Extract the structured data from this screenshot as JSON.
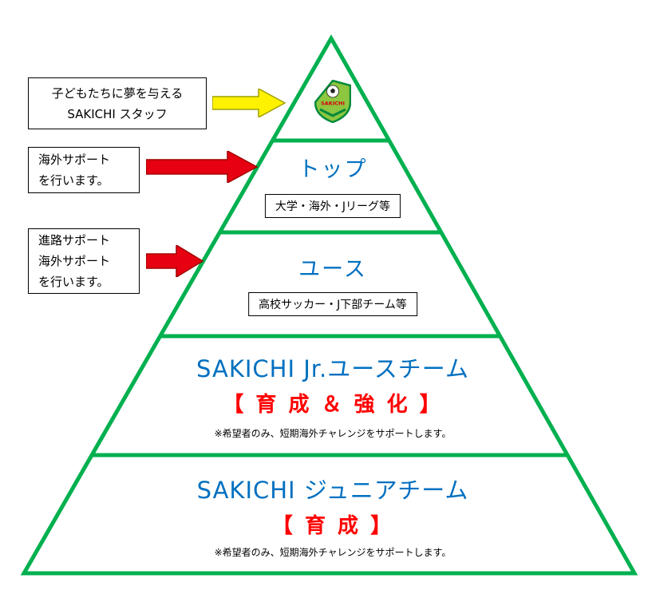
{
  "colors": {
    "pyramid_green": "#00B04F",
    "heading_blue": "#0070C0",
    "accent_red": "#FF0000",
    "arrow_yellow": "#FFF200",
    "arrow_red": "#E60012",
    "box_border_black": "#000000"
  },
  "callouts": [
    {
      "id": "staff",
      "lines": [
        "子どもたちに夢を与える",
        "SAKICHI スタッフ"
      ],
      "arrow": "yellow-block-arrow"
    },
    {
      "id": "top-support",
      "lines": [
        "海外サポート",
        "を行います。"
      ],
      "arrow": "red-block-arrow"
    },
    {
      "id": "youth-support",
      "lines": [
        "進路サポート",
        "海外サポート",
        "を行います。"
      ],
      "arrow": "red-block-arrow"
    }
  ],
  "pyramid": {
    "crest": {
      "label": "SAKICHI"
    },
    "tiers": [
      {
        "id": "staff-tier"
      },
      {
        "id": "top",
        "title": "トップ",
        "detail": "大学・海外・Jリーグ等"
      },
      {
        "id": "youth",
        "title": "ユース",
        "detail": "高校サッカー・J下部チーム等"
      },
      {
        "id": "jr-youth",
        "title": "SAKICHI Jr.ユースチーム",
        "subtitle": "【 育 成 ＆ 強 化 】",
        "note": "※希望者のみ、短期海外チャレンジをサポートします。"
      },
      {
        "id": "junior",
        "title": "SAKICHI ジュニアチーム",
        "subtitle": "【 育 成 】",
        "note": "※希望者のみ、短期海外チャレンジをサポートします。"
      }
    ]
  }
}
